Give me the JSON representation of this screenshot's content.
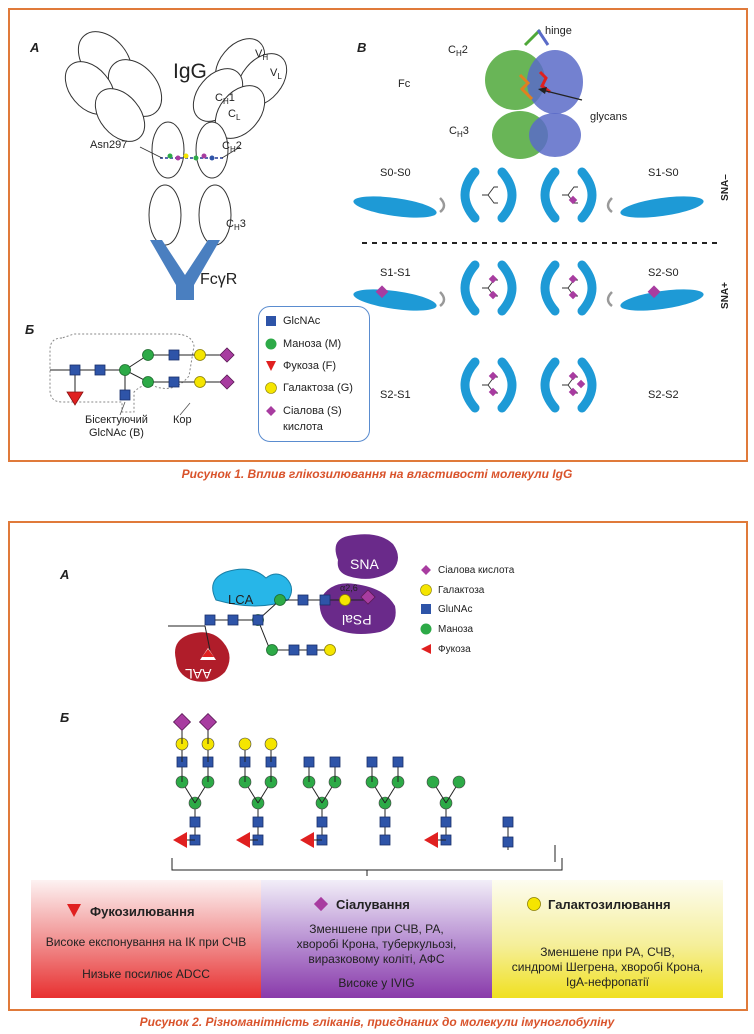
{
  "figure1": {
    "panel_a": "А",
    "panel_b": "Б",
    "panel_c": "B",
    "igg": "IgG",
    "vh": "V",
    "vh_sub": "H",
    "vl": "V",
    "vl_sub": "L",
    "ch1": "C",
    "ch1_sub": "H",
    "ch1_num": "1",
    "cl": "C",
    "cl_sub": "L",
    "ch2": "C",
    "ch2_sub": "H",
    "ch2_num": "2",
    "ch3": "C",
    "ch3_sub": "H",
    "ch3_num": "3",
    "asn": "Asn297",
    "fcr": "FcγR",
    "struct_ch2": "C",
    "struct_ch2_sub": "H",
    "struct_ch2_num": "2",
    "struct_ch3": "C",
    "struct_ch3_sub": "H",
    "struct_ch3_num": "3",
    "fc": "Fc",
    "hinge": "hinge",
    "glycans": "glycans",
    "s0s0": "S0-S0",
    "s1s0": "S1-S0",
    "s1s1": "S1-S1",
    "s2s0": "S2-S0",
    "s2s1": "S2-S1",
    "s2s2": "S2-S2",
    "sna_minus": "SNA–",
    "sna_plus": "SNA+",
    "bisect": "Бісектуючий",
    "bisect2": "GlcNAc (B)",
    "core": "Кор",
    "legend": [
      {
        "label": "GlcNAc",
        "icon": "square-icon",
        "color": "#2e54a8"
      },
      {
        "label": "Маноза (M)",
        "icon": "circle-icon",
        "color": "#2daa47"
      },
      {
        "label": "Фукоза (F)",
        "icon": "triangle-icon",
        "color": "#e02020"
      },
      {
        "label": "Галактоза (G)",
        "icon": "circle-icon",
        "color": "#f5e500"
      },
      {
        "label": "Сіалова (S)",
        "label2": "кислота",
        "icon": "diamond-icon",
        "color": "#a83ca0"
      }
    ],
    "caption": "Рисунок 1. Вплив глікозилювання на властивості молекули IgG"
  },
  "figure2": {
    "panel_a": "А",
    "panel_b": "Б",
    "sna": "SNA",
    "lca": "LCA",
    "psal": "PSal",
    "aal": "AAL",
    "alpha": "α2,6",
    "legend": [
      {
        "label": "Сіалова кислота",
        "icon": "diamond-icon",
        "color": "#a83ca0"
      },
      {
        "label": "Галактоза",
        "icon": "circle-icon",
        "color": "#f5e500"
      },
      {
        "label": "GluNAc",
        "icon": "square-icon",
        "color": "#2e54a8"
      },
      {
        "label": "Маноза",
        "icon": "circle-icon",
        "color": "#2daa47"
      },
      {
        "label": "Фукоза",
        "icon": "triangle-icon",
        "color": "#e02020"
      }
    ],
    "bands": [
      {
        "title": "Фукозилювання",
        "text1": "Високе експонування на ІК  при СЧВ",
        "text2": "Низьке посилює ADCC"
      },
      {
        "title": "Сіалування",
        "text1": "Зменшене при СЧВ, РА,",
        "text1b": "хворобі Крона, туберкульозі,",
        "text1c": "виразковому коліті, АФС",
        "text2": "Високе у IVIG"
      },
      {
        "title": "Галактозилювання",
        "text1": "Зменшене при РА, СЧВ,",
        "text1b": "синдромі Шегрена, хворобі Крона,",
        "text1c": "IgA-нефропатії"
      }
    ],
    "caption": "Рисунок 2. Різноманітність гліканів, приєднаних до молекули імуноглобуліну"
  },
  "colors": {
    "frame": "#e07a3a",
    "caption": "#d9532b",
    "glcnac": "#2e54a8",
    "mannose": "#2daa47",
    "fucose": "#e02020",
    "galactose": "#f5e500",
    "sialic": "#a83ca0",
    "fc_blue": "#1e9ad6",
    "fcr_blue": "#4a7fc0"
  }
}
